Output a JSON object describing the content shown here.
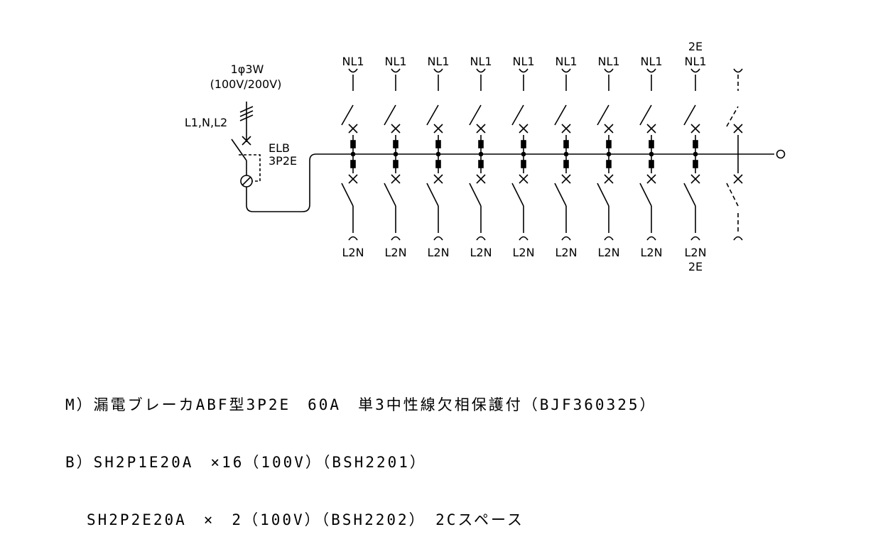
{
  "supply": {
    "phase": "1φ3W",
    "voltage": "(100V/200V)",
    "lines": "L1,N,L2"
  },
  "main_breaker": {
    "type": "ELB",
    "poles": "3P2E"
  },
  "branches_top": [
    "NL1",
    "NL1",
    "NL1",
    "NL1",
    "NL1",
    "NL1",
    "NL1",
    "NL1",
    "NL1"
  ],
  "branch_top_extra": "2E",
  "branches_bottom": [
    "L2N",
    "L2N",
    "L2N",
    "L2N",
    "L2N",
    "L2N",
    "L2N",
    "L2N",
    "L2N"
  ],
  "branch_bottom_extra": "2E",
  "notes": {
    "main": "M）漏電ブレーカABF型3P2E　60A　単3中性線欠相保護付（BJF360325）",
    "branch1": "B）SH2P1E20A　×16（100V）（BSH2201）",
    "branch2": "SH2P2E20A　×　2（100V）（BSH2202）　2Cスペース"
  }
}
